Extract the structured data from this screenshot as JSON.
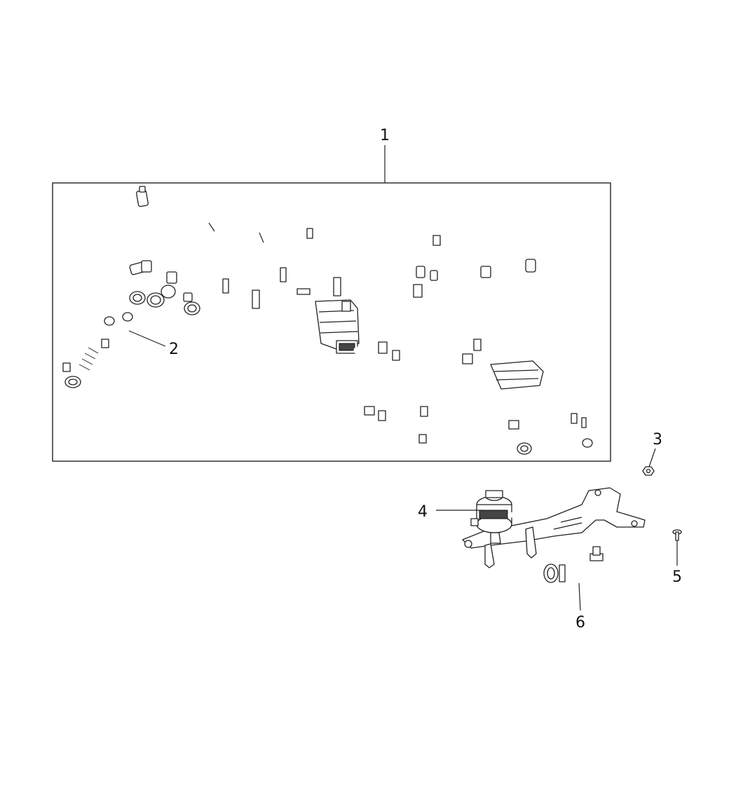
{
  "callouts": {
    "c1": "1",
    "c2": "2",
    "c3": "3",
    "c4": "4",
    "c5": "5",
    "c6": "6"
  },
  "colors": {
    "line": "#222222",
    "background": "#ffffff"
  }
}
